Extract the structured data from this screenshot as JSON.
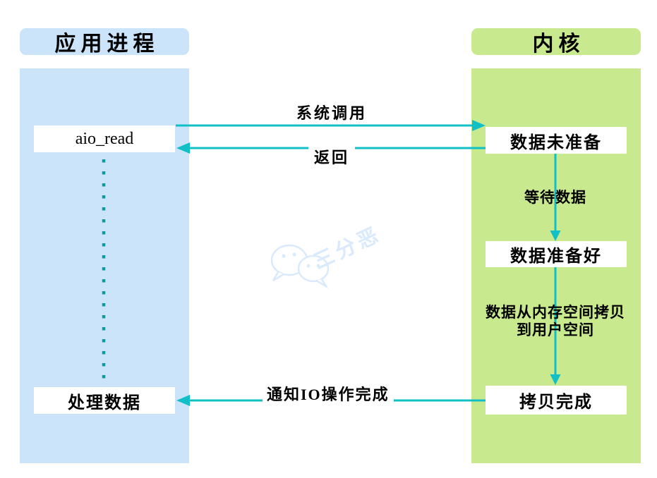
{
  "app": {
    "header": "应用进程",
    "aio_read": "aio_read",
    "process_data": "处理数据"
  },
  "kernel": {
    "header": "内核",
    "data_not_ready": "数据未准备",
    "data_ready": "数据准备好",
    "copy_done": "拷贝完成"
  },
  "labels": {
    "syscall": "系统调用",
    "return": "返回",
    "wait_data": "等待数据",
    "copy_line1": "数据从内存空间拷贝",
    "copy_line2": "到用户空间",
    "notify": "通知IO操作完成"
  },
  "watermark": {
    "text": "三分恶",
    "icon": "wechat-icon"
  },
  "colors": {
    "app_fill": "#cbe4fa",
    "kernel_fill": "#c9e98f",
    "arrow": "#10c0c6",
    "dotted": "#0d999e",
    "watermark": "#d9eafc",
    "node_fill": "#ffffff",
    "text": "#000000"
  }
}
